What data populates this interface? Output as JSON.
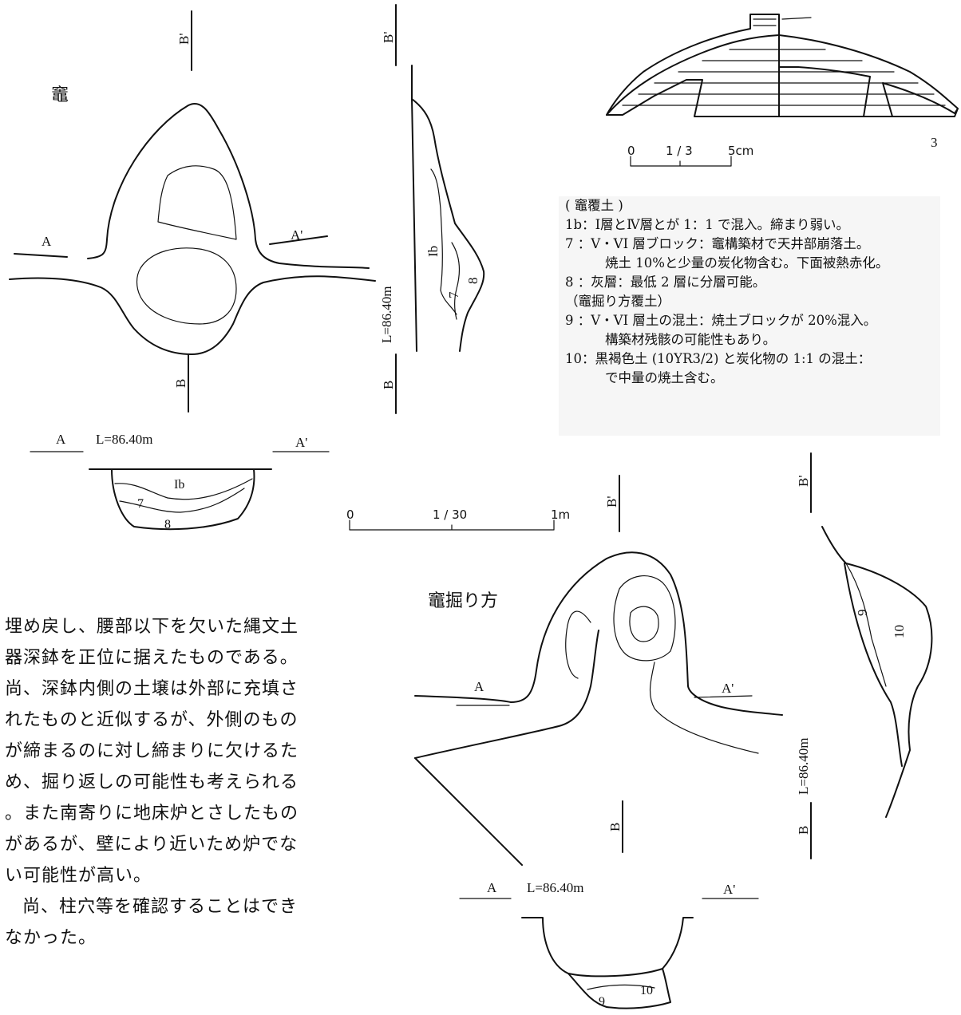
{
  "figure": {
    "kamado_title": "竈",
    "kamado_horikata_title": "竈掘り方",
    "level_label": "L=86.40m",
    "points": {
      "A": "A",
      "A_prime": "A'",
      "B": "B",
      "B_prime": "B'"
    },
    "layer_labels": {
      "Ib": "Ib",
      "n7": "7",
      "n8": "8",
      "n9": "9",
      "n10": "10"
    },
    "artifact_number": "3"
  },
  "scales": {
    "small": {
      "zero": "0",
      "ratio": "1 / 3",
      "end": "5cm"
    },
    "large": {
      "zero": "0",
      "ratio": "1 / 30",
      "end": "1m"
    }
  },
  "legend": {
    "heading_1": "( 竈覆土 )",
    "items_1": [
      {
        "label": "1b：",
        "text": "Ⅰ層とⅣ層とが 1：1 で混入。締まり弱い。"
      },
      {
        "label": "7 ：",
        "text": "V・VI 層ブロック：竈構築材で天井部崩落土。",
        "cont": "焼土 10%と少量の炭化物含む。下面被熱赤化。"
      },
      {
        "label": "8 ：",
        "text": "灰層：最低 2 層に分層可能。"
      }
    ],
    "heading_2": "（竈掘り方覆土）",
    "items_2": [
      {
        "label": "9 ：",
        "text": "V・VI 層土の混土：焼土ブロックが 20%混入。",
        "cont": "構築材残骸の可能性もあり。"
      },
      {
        "label": "10：",
        "text": "黒褐色土 (10YR3/2) と炭化物の 1:1 の混土：",
        "cont": "で中量の焼土含む。"
      }
    ]
  },
  "body_text": {
    "lines": [
      "埋め戻し、腰部以下を欠いた縄文土",
      "器深鉢を正位に据えたものである。",
      "尚、深鉢内側の土壌は外部に充填さ",
      "れたものと近似するが、外側のもの",
      "が締まるのに対し締まりに欠けるた",
      "め、掘り返しの可能性も考えられる",
      "。また南寄りに地床炉とさしたもの",
      "があるが、壁により近いため炉でな",
      "い可能性が高い。"
    ],
    "para2_lines": [
      "尚、柱穴等を確認することはでき",
      "なかった。"
    ]
  }
}
